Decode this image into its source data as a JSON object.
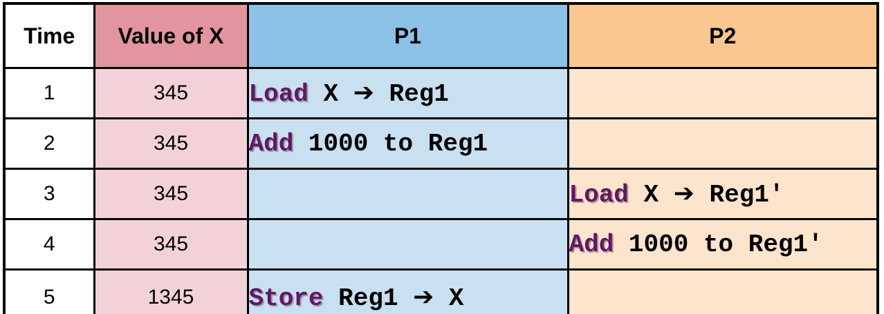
{
  "table": {
    "headers": {
      "time": "Time",
      "value_of_x": "Value of X",
      "p1": "P1",
      "p2": "P2"
    },
    "rows": [
      {
        "time": "1",
        "x": "345",
        "p1": {
          "kw": "Load",
          "rest": " X ➔ Reg1"
        },
        "p2": {
          "kw": "",
          "rest": ""
        }
      },
      {
        "time": "2",
        "x": "345",
        "p1": {
          "kw": "Add",
          "rest": " 1000 to Reg1"
        },
        "p2": {
          "kw": "",
          "rest": ""
        }
      },
      {
        "time": "3",
        "x": "345",
        "p1": {
          "kw": "",
          "rest": ""
        },
        "p2": {
          "kw": "Load",
          "rest": " X ➔ Reg1'"
        }
      },
      {
        "time": "4",
        "x": "345",
        "p1": {
          "kw": "",
          "rest": ""
        },
        "p2": {
          "kw": "Add",
          "rest": " 1000 to Reg1'"
        }
      },
      {
        "time": "5",
        "x": "1345",
        "p1": {
          "kw": "Store",
          "rest": " Reg1 ➔ X"
        },
        "p2": {
          "kw": "",
          "rest": ""
        }
      }
    ],
    "colors": {
      "header_pink": "#e2959f",
      "cell_pink": "#f2d2d8",
      "header_blue": "#8cc2e6",
      "cell_blue": "#c8e0f0",
      "header_orange": "#f9c891",
      "cell_orange": "#fce5cc",
      "keyword_purple": "#651565",
      "border_black": "#000000"
    }
  },
  "chart_data": {
    "type": "table",
    "columns": [
      "Time",
      "Value of X",
      "P1",
      "P2"
    ],
    "rows": [
      [
        "1",
        "345",
        "Load X ➔ Reg1",
        ""
      ],
      [
        "2",
        "345",
        "Add 1000 to Reg1",
        ""
      ],
      [
        "3",
        "345",
        "",
        "Load X ➔ Reg1'"
      ],
      [
        "4",
        "345",
        "",
        "Add 1000 to Reg1'"
      ],
      [
        "5",
        "1345",
        "Store Reg1 ➔ X",
        ""
      ]
    ],
    "title": "",
    "notes": "keywords Load/Add/Store rendered in purple bold monospace with drop shadow; final value of X becomes 1345 at time 5"
  }
}
